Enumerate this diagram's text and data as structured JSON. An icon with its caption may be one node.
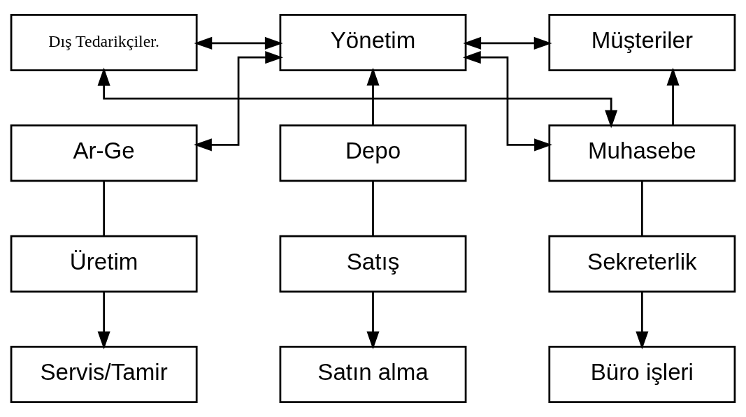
{
  "diagram": {
    "nodes": [
      {
        "text": [
          "Dış Tedarikçiler."
        ]
      },
      {
        "text": [
          "Yönetim"
        ]
      },
      {
        "text": [
          "Müşteriler"
        ]
      },
      {
        "text": [
          "Ar-Ge"
        ]
      },
      {
        "text": [
          "Depo"
        ]
      },
      {
        "text": [
          "Muhasebe"
        ]
      },
      {
        "text": [
          "Üretim"
        ]
      },
      {
        "text": [
          "Satış"
        ]
      },
      {
        "text": [
          "Sekreterlik"
        ]
      },
      {
        "text": [
          "Servis/Tamir"
        ]
      },
      {
        "text": [
          "Satın alma"
        ]
      },
      {
        "text": [
          "Büro işleri"
        ]
      }
    ],
    "edges": [
      {
        "from": 0,
        "to": 1,
        "arrow": "both"
      },
      {
        "from": 1,
        "to": 2,
        "arrow": "both"
      },
      {
        "from": 3,
        "to": 1,
        "arrow": "both"
      },
      {
        "from": 4,
        "to": 1,
        "arrow": "to"
      },
      {
        "from": 1,
        "to": 5,
        "arrow": "both"
      },
      {
        "from": 5,
        "to": 2,
        "arrow": "to"
      },
      {
        "from": 3,
        "to": 6,
        "arrow": "none"
      },
      {
        "from": 6,
        "to": 9,
        "arrow": "to"
      },
      {
        "from": 4,
        "to": 7,
        "arrow": "none"
      },
      {
        "from": 7,
        "to": 10,
        "arrow": "to"
      },
      {
        "from": 5,
        "to": 8,
        "arrow": "none"
      },
      {
        "from": 8,
        "to": 11,
        "arrow": "to"
      },
      {
        "from": 5,
        "to": 0,
        "arrow": "both"
      }
    ]
  }
}
